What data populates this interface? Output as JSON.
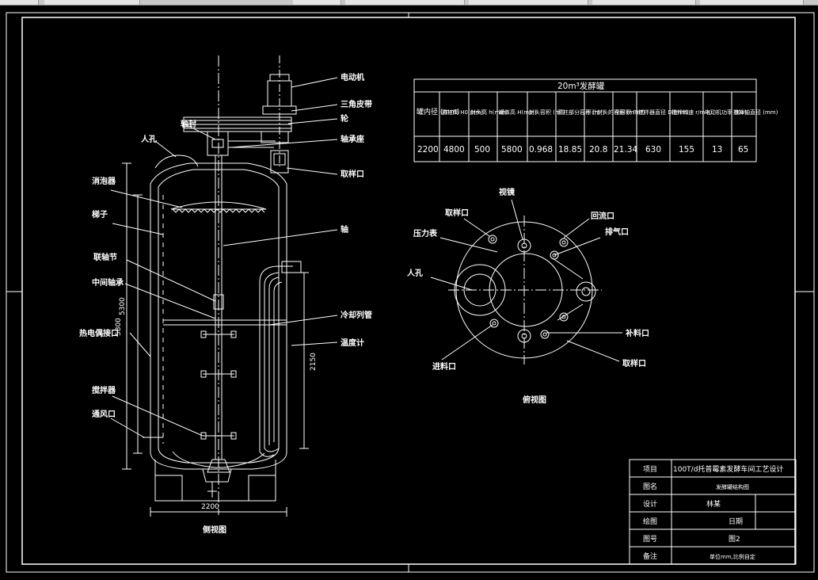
{
  "labels": {
    "left": {
      "motor": "电动机",
      "belt": "三角皮带",
      "pulley": "轮",
      "shaft_coupling": "轴封",
      "bearing_seat": "轴承座",
      "manhole": "人孔",
      "sampling_port": "取样口",
      "defoamer": "消泡器",
      "ladder": "梯子",
      "shaft": "轴",
      "coupling": "联轴节",
      "middle_bearing": "中间轴承",
      "cooling_pipe": "冷却列管",
      "thermocouple_port": "热电偶接口",
      "thermometer": "温度计",
      "agitator": "搅拌器",
      "air_inlet": "通风口",
      "view_title": "侧视图"
    },
    "right": {
      "sight_glass": "视镜",
      "sampling_port": "取样口",
      "return_port": "回流口",
      "pressure_gauge": "压力表",
      "exhaust_port": "排气口",
      "manhole": "人孔",
      "feed_port": "补料口",
      "inlet_port": "进料口",
      "sample_port2": "取样口",
      "view_title": "俯视图"
    }
  },
  "dimensions": {
    "height_total": "5300",
    "height_cyl": "5800",
    "coil": "2150",
    "width": "2200"
  },
  "spec_table": {
    "title": "20m³发酵罐",
    "headers": [
      "罐内径 (mm)",
      "圆柱高 H0(mm)",
      "封头高 h(mm)",
      "罐体高 H(mm)",
      "封头容积 (m³)",
      "圆柱部分容积 (m³)",
      "不计封头的容积 (m³)",
      "全容积 (m³)",
      "搅拌器直径 Di(mm)",
      "搅拌转速 r/min)",
      "电动机功率 (Kw)",
      "搅拌轴直径 (mm)"
    ],
    "values": [
      "2200",
      "4800",
      "500",
      "5800",
      "0.968",
      "18.85",
      "20.8",
      "21.34",
      "630",
      "155",
      "13",
      "65"
    ]
  },
  "title_block": {
    "rows": [
      {
        "key": "项目",
        "value": "100T/d托普霉素发酵车间工艺设计"
      },
      {
        "key": "图名",
        "value": "发酵罐结构图"
      },
      {
        "key": "设计",
        "value": "林某"
      },
      {
        "key": "绘图",
        "value": "日期"
      },
      {
        "key": "图号",
        "value": "图2"
      },
      {
        "key": "备注",
        "value": "单位mm,比例自定"
      }
    ]
  }
}
